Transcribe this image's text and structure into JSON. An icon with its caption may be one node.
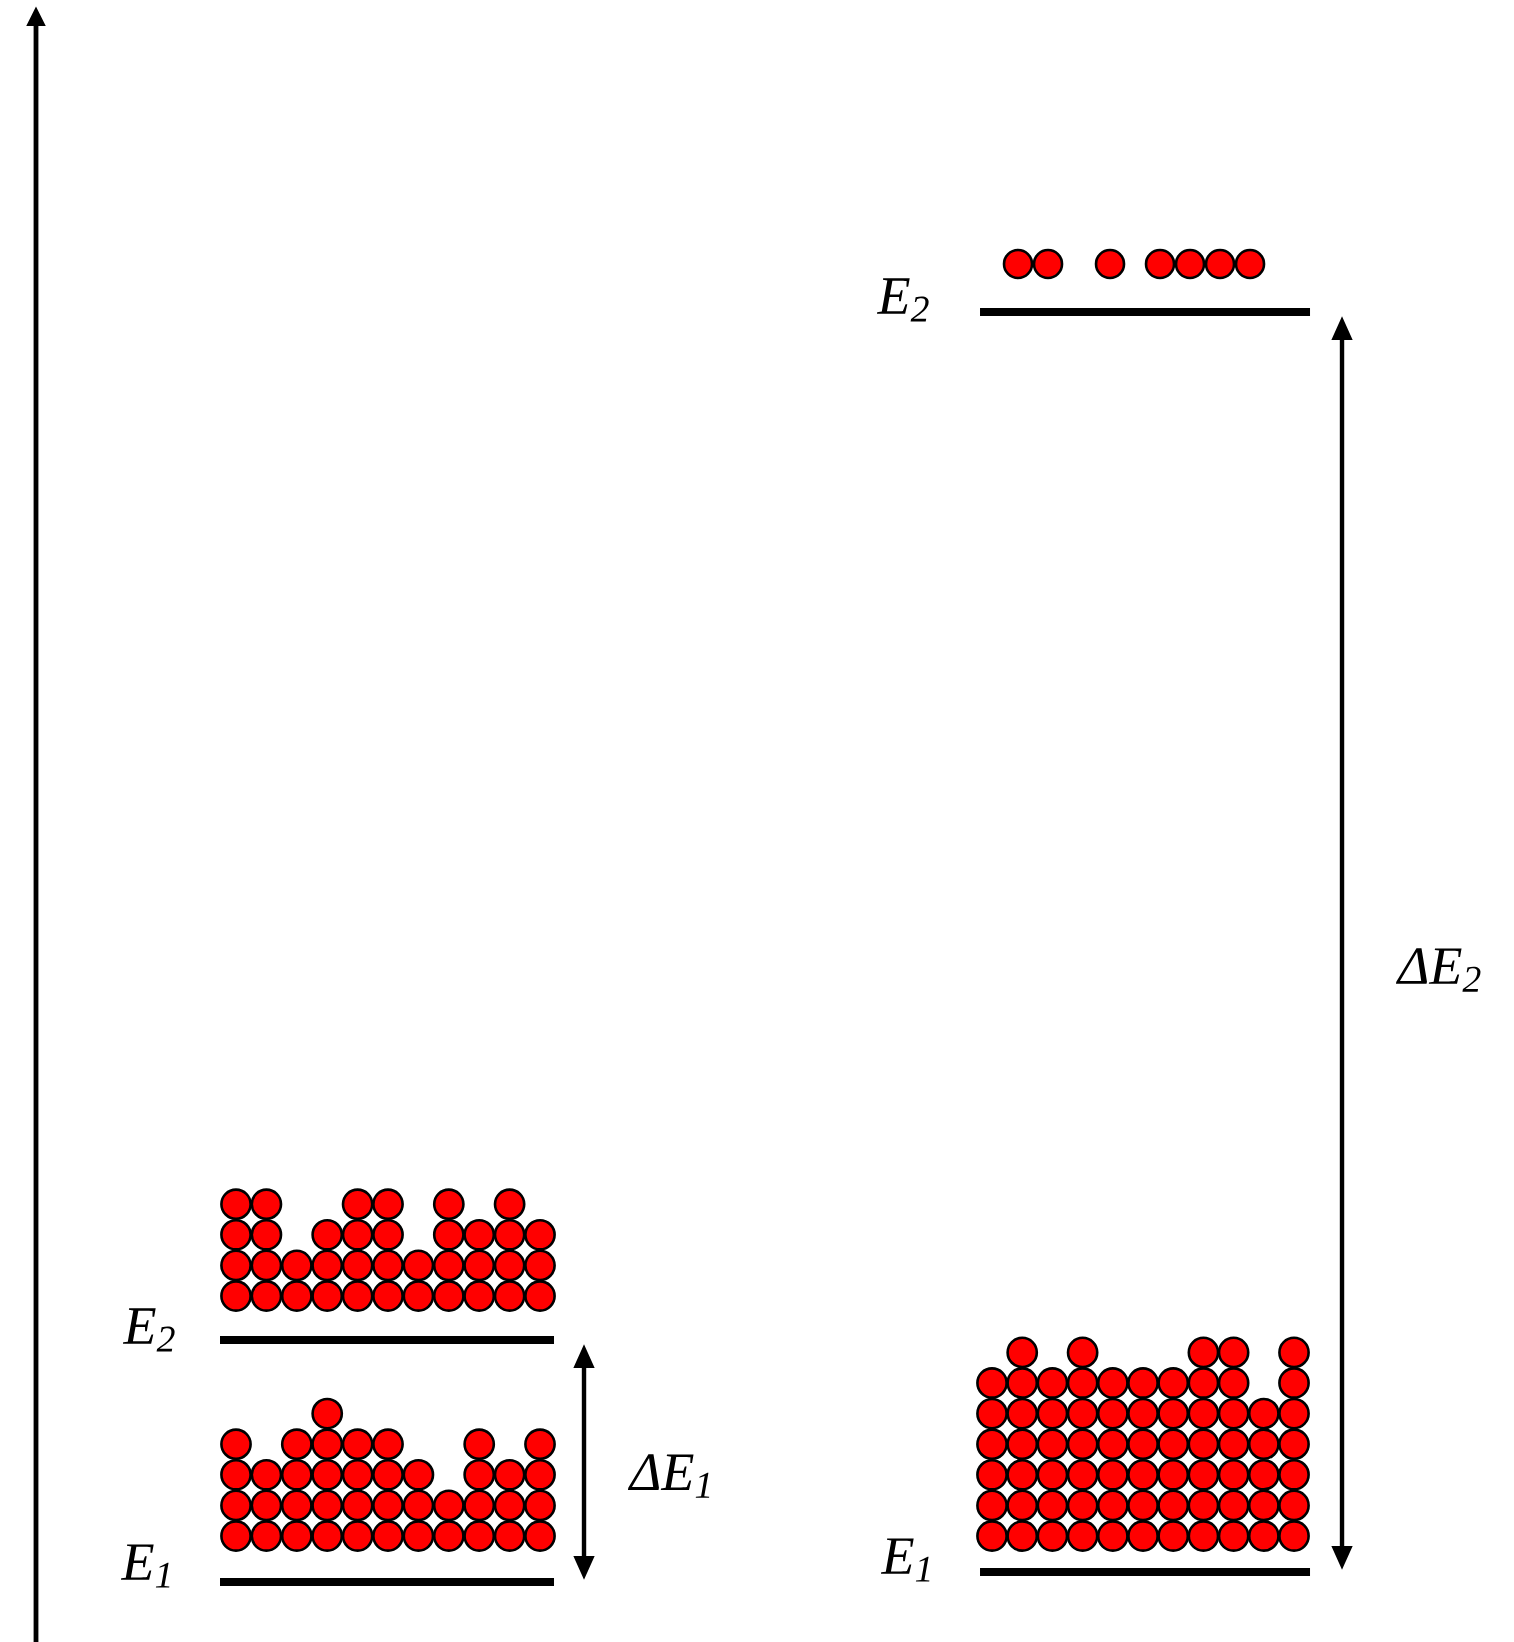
{
  "diagram": {
    "labels": [
      "E$_{2}$",
      "ΔE$_{2}$",
      "E$_{2}$",
      "ΔE$_{1}$",
      "E$_{1}$",
      "E$_{1}$"
    ]
  }
}
